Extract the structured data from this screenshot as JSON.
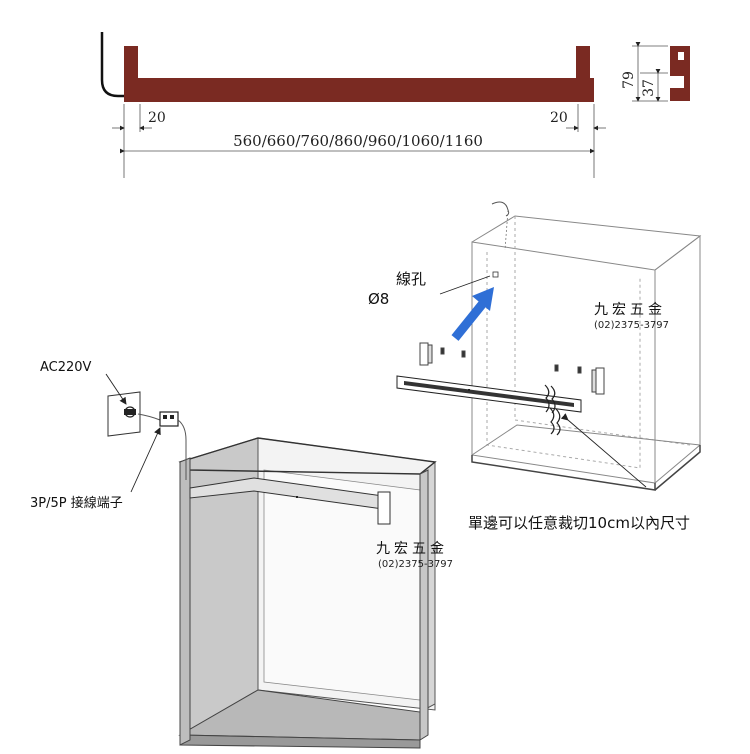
{
  "top_profile": {
    "width_options": "560/660/760/860/960/1060/1160",
    "left_offset": "20",
    "right_offset": "20",
    "height": "79",
    "groove": "37",
    "bar_color": "#7a2a22"
  },
  "upper_cabinet": {
    "hole_label": "線孔",
    "hole_dia": "Ø8",
    "brand": "九宏五金",
    "phone": "(02)2375-3797",
    "cut_note": "單邊可以任意裁切10cm以內尺寸",
    "arrow_color": "#2f6fd6"
  },
  "lower_cabinet": {
    "power_label": "AC220V",
    "terminal_label": "3P/5P 接線端子",
    "brand": "九宏五金",
    "phone": "(02)2375-3797"
  }
}
